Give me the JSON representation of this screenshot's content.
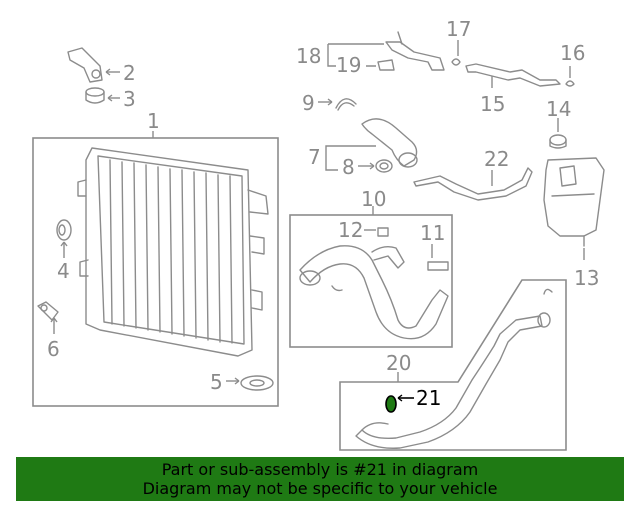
{
  "callouts": {
    "c1": "1",
    "c2": "2",
    "c3": "3",
    "c4": "4",
    "c5": "5",
    "c6": "6",
    "c7": "7",
    "c8": "8",
    "c9": "9",
    "c10": "10",
    "c11": "11",
    "c12": "12",
    "c13": "13",
    "c14": "14",
    "c15": "15",
    "c16": "16",
    "c17": "17",
    "c18": "18",
    "c19": "19",
    "c20": "20",
    "c21": "21",
    "c22": "22"
  },
  "highlight": {
    "part_number": "21",
    "color": "#1f7a14"
  },
  "banner": {
    "line1": "Part or sub-assembly is #21 in diagram",
    "line2": "Diagram may not be specific to your vehicle",
    "background": "#1f7a14"
  }
}
